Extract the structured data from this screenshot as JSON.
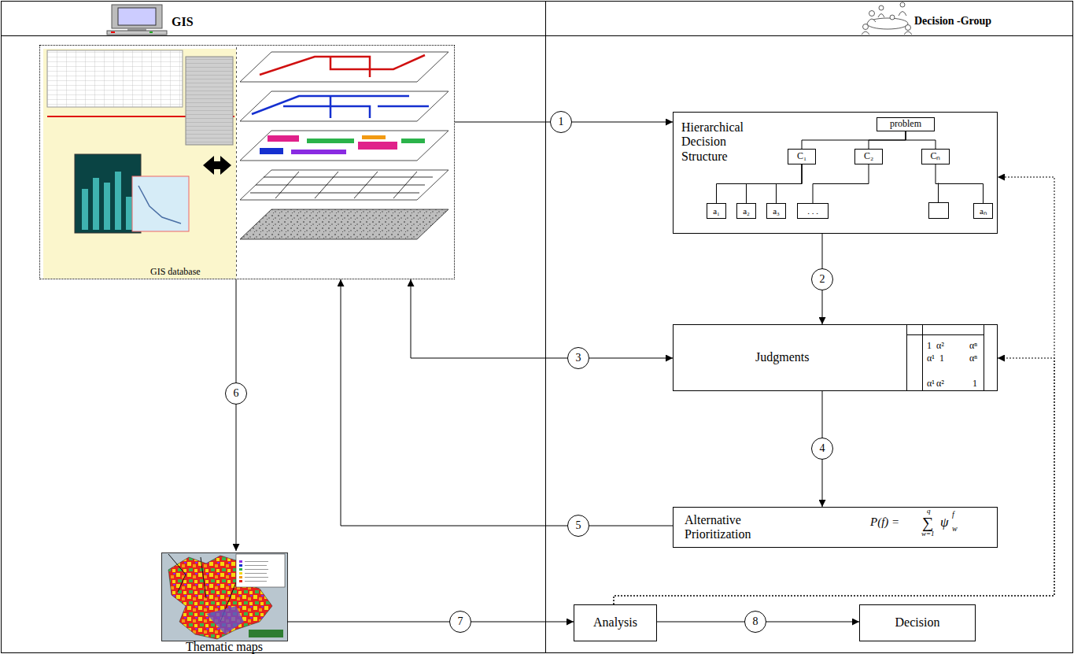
{
  "diagram": {
    "nodes": [
      {
        "text": [
          "GIS database"
        ]
      },
      {
        "text": [
          "Hierarchical Decision Structure"
        ]
      },
      {
        "text": [
          "problem"
        ],
        "in": 1
      },
      {
        "text": [
          "C₁"
        ],
        "in": 1
      },
      {
        "text": [
          "C₂"
        ],
        "in": 1
      },
      {
        "text": [
          "Cₙ"
        ],
        "in": 1
      },
      {
        "text": [
          "a₁"
        ],
        "in": 1
      },
      {
        "text": [
          "a₂"
        ],
        "in": 1
      },
      {
        "text": [
          "a₃"
        ],
        "in": 1
      },
      {
        "text": [
          ". . ."
        ],
        "in": 1
      },
      {
        "text": [
          "aₙ"
        ],
        "in": 1
      },
      {
        "text": [
          "Judgments"
        ]
      },
      {
        "text": [
          "Alternative Prioritization"
        ]
      },
      {
        "text": [
          "Thematic maps"
        ]
      },
      {
        "text": [
          "Analysis"
        ]
      },
      {
        "text": [
          "Decision"
        ]
      }
    ],
    "edges": [
      {
        "from": 0,
        "to": 1,
        "arrow": "to",
        "label": "1"
      },
      {
        "from": 1,
        "to": 11,
        "arrow": "to",
        "label": "2"
      },
      {
        "from": 11,
        "to": 0,
        "arrow": "both",
        "label": "3"
      },
      {
        "from": 11,
        "to": 12,
        "arrow": "to",
        "label": "4"
      },
      {
        "from": 12,
        "to": 0,
        "arrow": "to",
        "label": "5"
      },
      {
        "from": 0,
        "to": 13,
        "arrow": "to",
        "label": "6"
      },
      {
        "from": 13,
        "to": 14,
        "arrow": "to",
        "label": "7"
      },
      {
        "from": 14,
        "to": 15,
        "arrow": "to",
        "label": "8"
      },
      {
        "from": 14,
        "to": 1,
        "arrow": "to"
      },
      {
        "from": 14,
        "to": 11,
        "arrow": "to"
      },
      {
        "from": 2,
        "to": 3,
        "arrow": "none"
      },
      {
        "from": 2,
        "to": 4,
        "arrow": "none"
      },
      {
        "from": 2,
        "to": 5,
        "arrow": "none"
      },
      {
        "from": 3,
        "to": 6,
        "arrow": "none"
      },
      {
        "from": 3,
        "to": 7,
        "arrow": "none"
      },
      {
        "from": 3,
        "to": 8,
        "arrow": "none"
      },
      {
        "from": 4,
        "to": 9,
        "arrow": "none"
      },
      {
        "from": 5,
        "to": 10,
        "arrow": "none"
      }
    ],
    "labels": [
      "GIS",
      "Decision -Group",
      "1",
      "α²",
      "αⁿ",
      "α¹",
      "1",
      "αⁿ",
      "α¹",
      "α²",
      "1",
      "P(f) =",
      "∑",
      "q",
      "w=1",
      "ψ",
      "f",
      "w"
    ]
  }
}
